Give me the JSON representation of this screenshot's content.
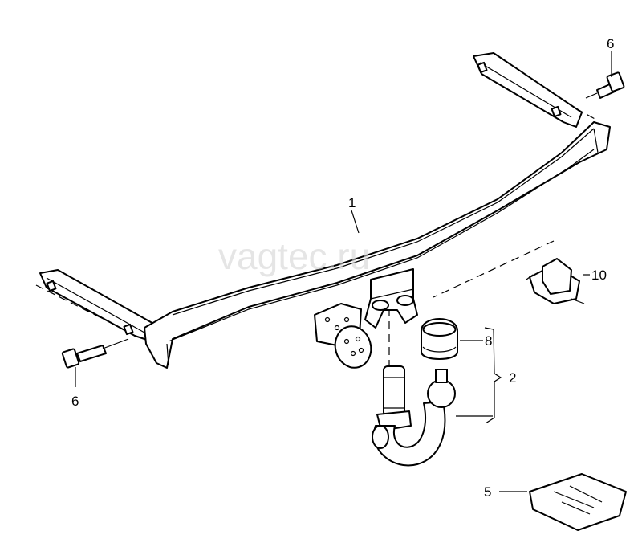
{
  "watermark": "vagtec.ru",
  "callouts": {
    "c1": "1",
    "c2": "2",
    "c5": "5",
    "c6_top": "6",
    "c6_left": "6",
    "c8": "8",
    "c10": "10"
  }
}
